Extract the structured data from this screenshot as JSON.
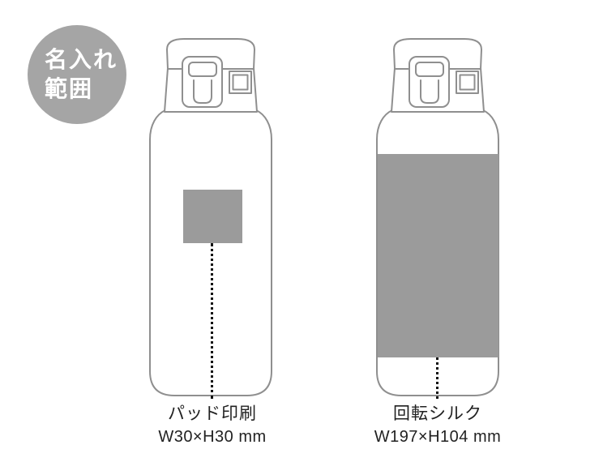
{
  "badge": {
    "line1": "名入れ",
    "line2": "範囲"
  },
  "pad_print": {
    "method": "パッド印刷",
    "size": "W30×H30 mm"
  },
  "rotary_silk": {
    "method": "回転シルク",
    "size": "W197×H104 mm"
  },
  "colors": {
    "outline": "#8f8f8f",
    "print_area": "#9b9b9b",
    "badge_bg": "#a5a5a5",
    "label_text": "#222222",
    "leader_dots": "#111111"
  }
}
